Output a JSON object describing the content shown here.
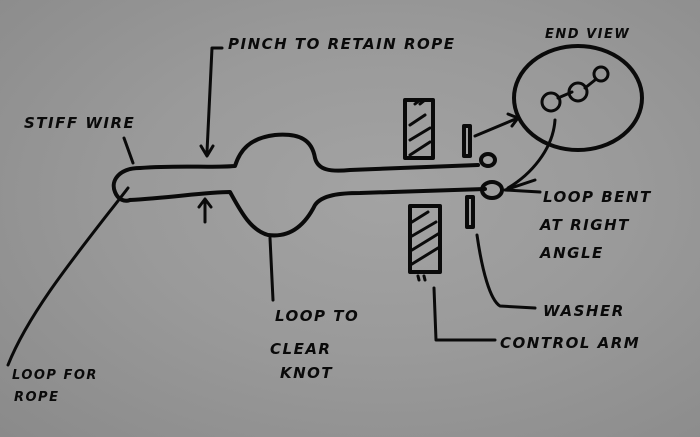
{
  "diagram": {
    "title": "Rope release wire mechanism sketch",
    "ink_color": "#0a0a0a",
    "paper_color": "#9e9e9e",
    "labels": {
      "pinch": "Pinch to retain rope",
      "end_view": "End view",
      "stiff_wire": "Stiff wire",
      "loop_bent_1": "Loop bent",
      "loop_bent_2": "at right",
      "loop_bent_3": "angle",
      "washer": "Washer",
      "control_arm": "Control arm",
      "loop_clear_1": "Loop to",
      "loop_clear_2": "clear",
      "loop_clear_3": "knot",
      "loop_rope_1": "Loop for",
      "loop_rope_2": "rope"
    },
    "components": [
      "stiff-wire",
      "rope-loop",
      "knot-clearance-loop",
      "control-arm",
      "washer",
      "bent-loop",
      "end-view"
    ]
  }
}
